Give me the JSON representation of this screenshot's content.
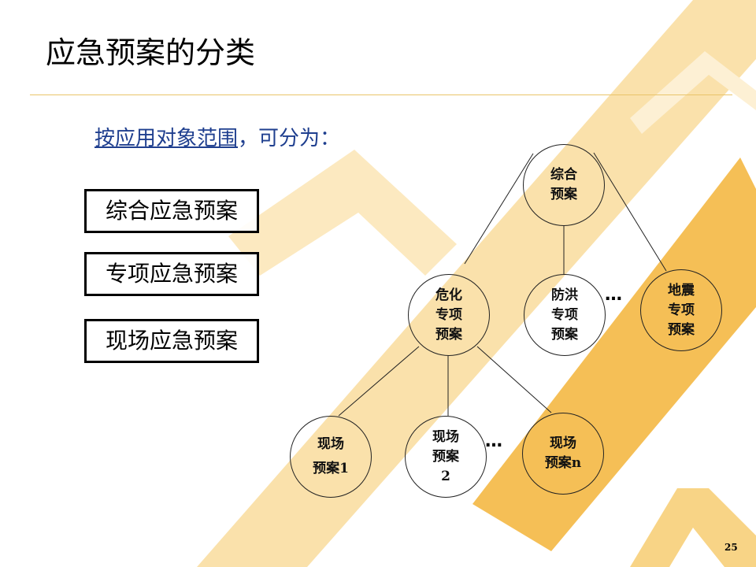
{
  "title": "应急预案的分类",
  "subtitle": {
    "underlined": "按应用对象范围",
    "rest": "，可分为："
  },
  "categories": [
    "综合应急预案",
    "专项应急预案",
    "现场应急预案"
  ],
  "nodes": {
    "root": [
      "综合",
      "预案"
    ],
    "chem": [
      "危化",
      "专项",
      "预案"
    ],
    "flood": [
      "防洪",
      "专项",
      "预案"
    ],
    "quake": [
      "地震",
      "专项",
      "预案"
    ],
    "site1": [
      "现场",
      "预案1"
    ],
    "site2": [
      "现场",
      "预案",
      "2"
    ],
    "siten": [
      "现场",
      "预案n"
    ]
  },
  "ellipsis": "…",
  "page_number": "25",
  "colors": {
    "accent": "#f5b335",
    "rule": "#e9c46a",
    "subtitle": "#1f3f8f"
  }
}
